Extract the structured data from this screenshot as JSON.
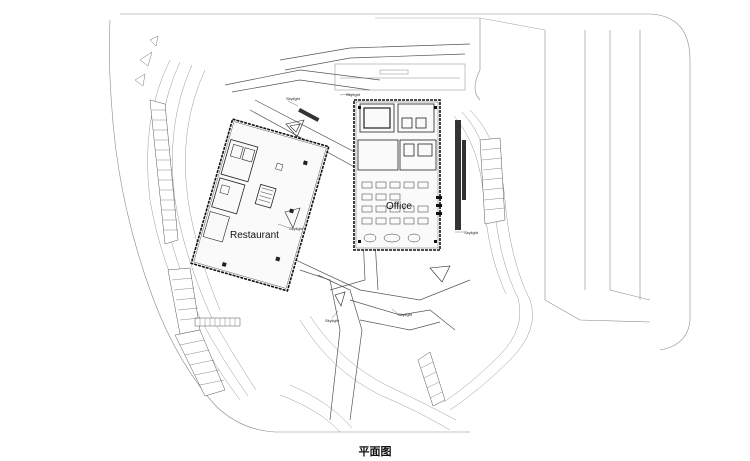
{
  "caption": "平面图",
  "rooms": {
    "restaurant": "Restaurant",
    "office": "Office"
  },
  "skylight_label": "Skylight"
}
